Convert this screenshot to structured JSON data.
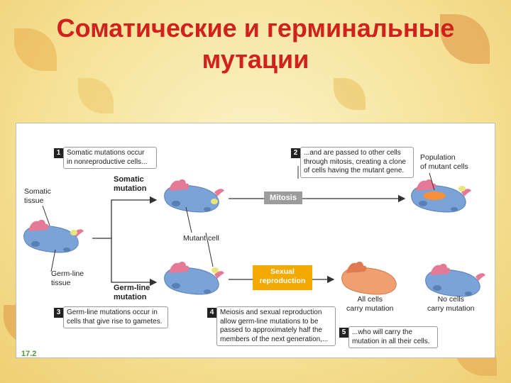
{
  "title": {
    "line1": "Соматические и герминальные",
    "line2": "мутации"
  },
  "labels": {
    "somatic_tissue": "Somatic\ntissue",
    "germ_tissue": "Germ-line\ntissue",
    "somatic_mutation": "Somatic\nmutation",
    "germ_mutation": "Germ-line\nmutation",
    "mutant_cell": "Mutant cell",
    "population": "Population\nof mutant cells",
    "all_cells": "All cells\ncarry mutation",
    "no_cells": "No cells\ncarry mutation",
    "mitosis": "Mitosis",
    "sexual_repro": "Sexual\nreproduction"
  },
  "notes": [
    {
      "num": "1",
      "text": "Somatic mutations occur\nin nonreproductive cells..."
    },
    {
      "num": "2",
      "text": "...and are passed to other cells\nthrough mitosis, creating a clone\nof cells having the mutant gene."
    },
    {
      "num": "3",
      "text": "Germ-line mutations occur in\ncells that give rise to gametes."
    },
    {
      "num": "4",
      "text": "Meiosis and sexual reproduction\nallow germ-line mutations to be\npassed to approximately half the\nmembers of the next generation,..."
    },
    {
      "num": "5",
      "text": "...who will carry the\nmutation in all their cells."
    }
  ],
  "colors": {
    "title": "#d0211c",
    "body": "#7aa3d8",
    "fin": "#e47a95",
    "orange_body": "#f0a070",
    "arrow": "#333333",
    "mitosis_box": "#9c9c9c",
    "repro_box": "#f2a900"
  },
  "footer": "17.2"
}
